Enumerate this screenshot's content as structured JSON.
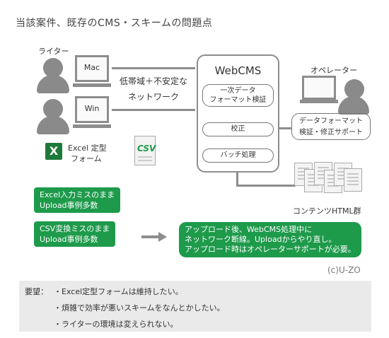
{
  "title": "当該案件、既存のCMS・スキームの問題点",
  "writer": {
    "label": "ライター",
    "mac_label": "Mac",
    "win_label": "Win",
    "excel_label_line1": "Excel 定型",
    "excel_label_line2": "フォーム",
    "excel_icon_text": "X",
    "csv_icon_text": "CSV"
  },
  "network": {
    "line1": "低帯域＋不安定な",
    "line2": "ネットワーク"
  },
  "cms": {
    "title": "WebCMS",
    "step1_line1": "一次データ",
    "step1_line2": "フォーマット検証",
    "step2": "校正",
    "step3": "バッチ処理"
  },
  "operator": {
    "label": "オペレーター",
    "note_line1": "データフォーマット",
    "note_line2": "検証・修正サポート"
  },
  "content_label": "コンテンツHTML群",
  "issues": {
    "excel_line1": "Excel入力ミスのまま",
    "excel_line2": "Upload事例多数",
    "csv_line1": "CSV変換ミスのまま",
    "csv_line2": "Upload事例多数",
    "result_line1": "アップロード後、WebCMS処理中に",
    "result_line2": "ネットワーク断線。Uploadからやり直し。",
    "result_line3": "アップロード時はオペレーターサポートが必要。"
  },
  "credit": "(c)U-ZO",
  "requirements": {
    "label": "要望：",
    "items": [
      "・Excel定型フォームは維持したい。",
      "・煩雑で効率が悪いスキームをなんとかしたい。",
      "・ライターの環境は変えられない。"
    ]
  },
  "colors": {
    "green": "#1e9a4b",
    "gray": "#8d8d8d",
    "bottom_bg": "#eaeaea"
  }
}
